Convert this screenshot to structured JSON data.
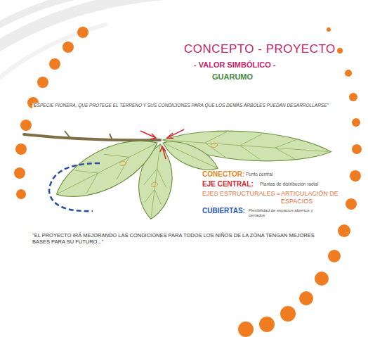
{
  "diagram": {
    "title": "CONCEPTO - PROYECTO",
    "labels": [
      "- VALOR SIMBÓLICO -",
      "GUARUMO",
      "\"ESPECIE PIONERA, QUE PROTEGE EL TERRENO Y SUS CONDICIONES PARA QUE LOS DEMÁS ÁRBOLES PUEDAN DESARROLLARSE\"",
      "CONECTOR:",
      "Punto central",
      "EJE CENTRAL:",
      "Plantas de distribución radial",
      "EJES ESTRUCTURALES =",
      "ARTICULACIÓN DE ESPACIOS",
      "CUBIERTAS:",
      "Flexibilidad de espacios abiertos y cerrados",
      "\"EL PROYECTO IRÁ MEJORANDO LAS CONDICIONES PARA TODOS LOS NIÑOS DE LA ZONA TENGAN MEJORES BASES PARA SU FUTURO...\""
    ]
  }
}
